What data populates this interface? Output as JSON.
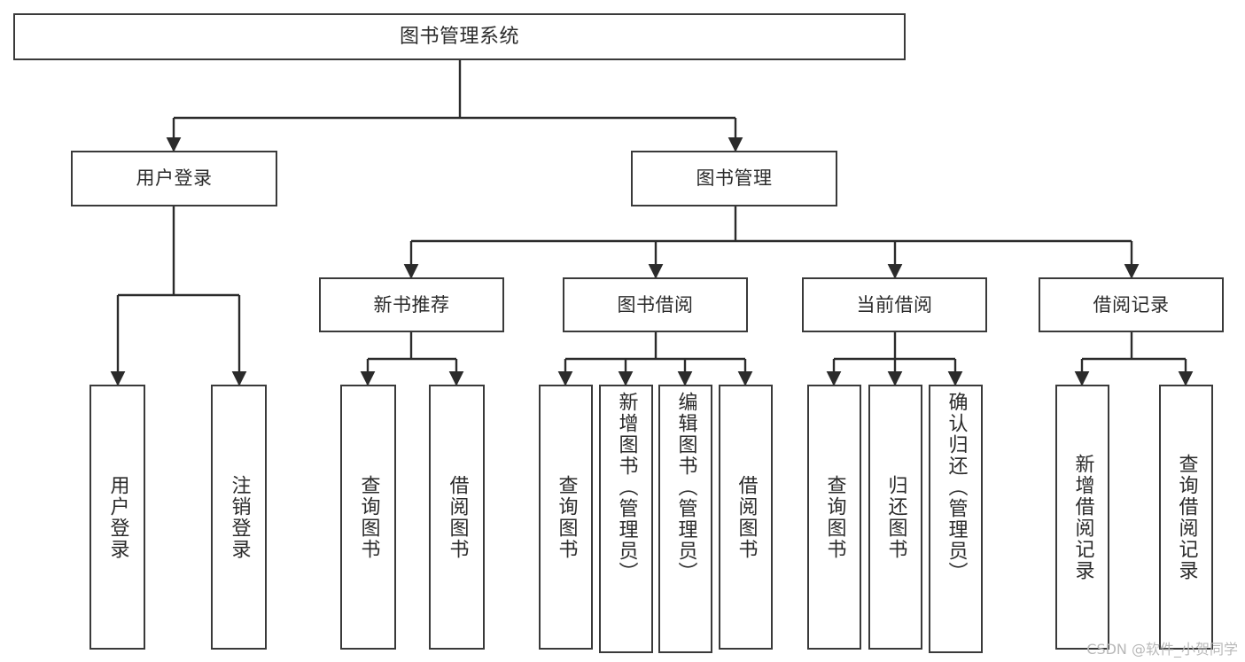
{
  "diagram": {
    "title": "图书管理系统",
    "type": "hierarchy-tree",
    "watermark": "CSDN @软件_小贺同学",
    "colors": {
      "box_border": "#3a3a3a",
      "box_fill": "#ffffff",
      "text": "#2b2b2b",
      "connector": "#2b2b2b",
      "watermark": "#b9b9b9",
      "background": "#ffffff"
    },
    "root": {
      "label": "图书管理系统"
    },
    "level2": [
      {
        "label": "用户登录"
      },
      {
        "label": "图书管理"
      }
    ],
    "level3": [
      {
        "label": "新书推荐"
      },
      {
        "label": "图书借阅"
      },
      {
        "label": "当前借阅"
      },
      {
        "label": "借阅记录"
      }
    ],
    "leaves": {
      "user_login": [
        {
          "label": "用户登录"
        },
        {
          "label": "注销登录"
        }
      ],
      "new_book_recommend": [
        {
          "label": "查询图书"
        },
        {
          "label": "借阅图书"
        }
      ],
      "book_borrow": [
        {
          "label": "查询图书"
        },
        {
          "label": "新增图书（管理员）"
        },
        {
          "label": "编辑图书（管理员）"
        },
        {
          "label": "借阅图书"
        }
      ],
      "current_borrow": [
        {
          "label": "查询图书"
        },
        {
          "label": "归还图书"
        },
        {
          "label": "确认归还（管理员）"
        }
      ],
      "borrow_record": [
        {
          "label": "新增借阅记录"
        },
        {
          "label": "查询借阅记录"
        }
      ]
    }
  }
}
